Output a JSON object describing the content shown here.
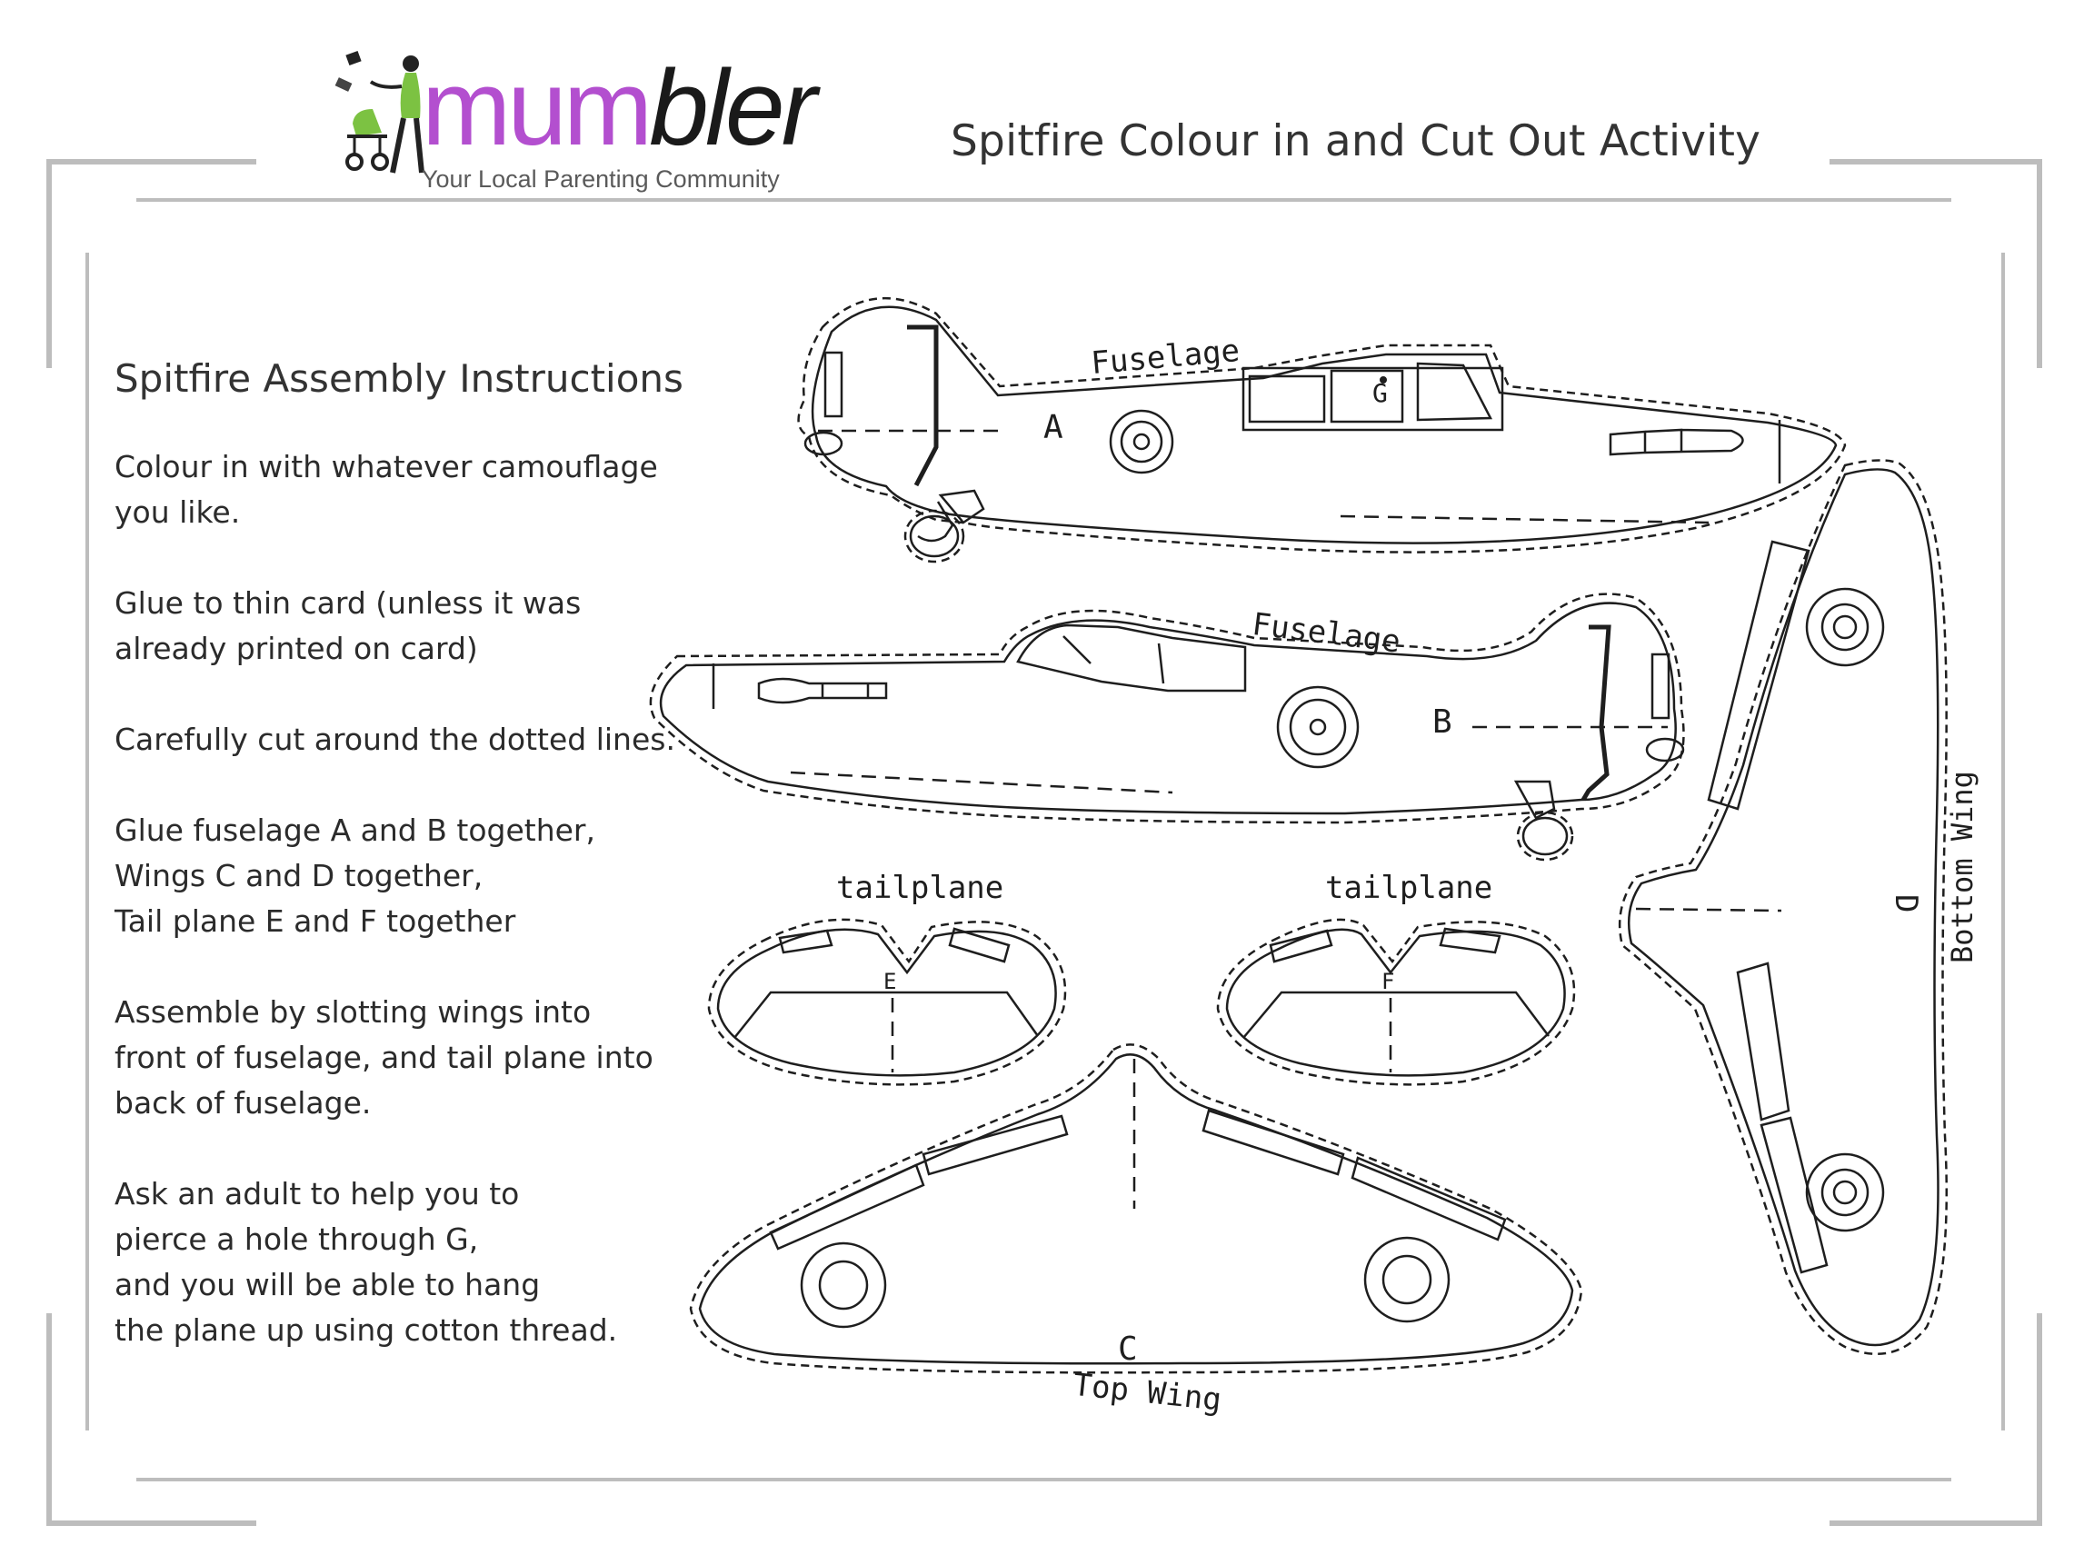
{
  "header": {
    "logo": {
      "brand_part1": "mum",
      "brand_part2": "bler",
      "tagline": "Your Local Parenting Community"
    },
    "title": "Spitfire Colour in and Cut Out Activity"
  },
  "instructions": {
    "heading": "Spitfire Assembly Instructions",
    "paragraphs": [
      {
        "lines": [
          "Colour in with whatever camouflage",
          "you like."
        ]
      },
      {
        "lines": [
          "Glue to thin card (unless it was",
          "already printed on card)"
        ]
      },
      {
        "lines": [
          "Carefully cut around the dotted lines."
        ]
      },
      {
        "lines": [
          "Glue fuselage A and B together,",
          "Wings C and D together,",
          "Tail plane E and F together"
        ]
      },
      {
        "lines": [
          "Assemble by slotting wings into",
          "front of fuselage, and tail plane into",
          "back of fuselage."
        ]
      },
      {
        "lines": [
          "Ask an adult to help you to",
          "pierce a hole through G,",
          "and you will be able to hang",
          "the plane up using cotton thread."
        ]
      }
    ]
  },
  "parts": {
    "fuselage_a": {
      "label": "Fuselage",
      "letter": "A",
      "hole": "G"
    },
    "fuselage_b": {
      "label": "Fuselage",
      "letter": "B"
    },
    "tailplane_e": {
      "label": "tailplane",
      "letter": "E"
    },
    "tailplane_f": {
      "label": "tailplane",
      "letter": "F"
    },
    "top_wing": {
      "label": "Top Wing",
      "letter": "C"
    },
    "bottom_wing": {
      "label": "Bottom Wing",
      "letter": "D"
    }
  },
  "colors": {
    "brand_purple": "#b34fcf",
    "brand_green": "#7cc242",
    "frame_grey": "#b9b9b9",
    "ink": "#1e1e1e"
  }
}
